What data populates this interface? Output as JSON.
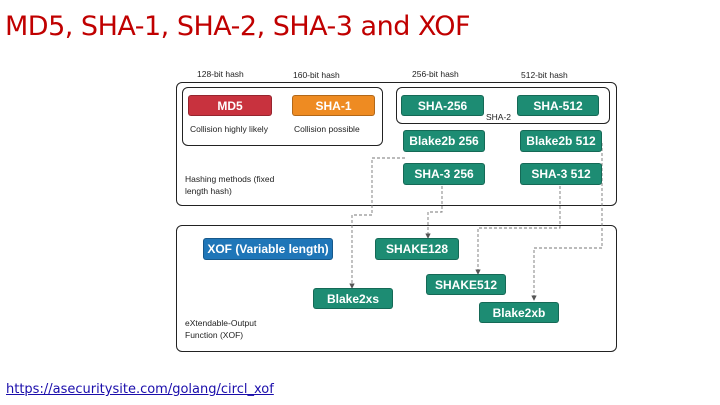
{
  "slide": {
    "title": "MD5, SHA-1, SHA-2, SHA-3 and XOF",
    "link": "https://asecuritysite.com/golang/circl_xof"
  },
  "hash_sizes": {
    "bits128": "128-bit hash",
    "bits160": "160-bit hash",
    "bits256": "256-bit hash",
    "bits512": "512-bit hash"
  },
  "legacy": {
    "md5": "MD5",
    "md5_note": "Collision highly likely",
    "sha1": "SHA-1",
    "sha1_note": "Collision possible"
  },
  "sha2": {
    "group_label": "SHA-2",
    "sha256": "SHA-256",
    "sha512": "SHA-512"
  },
  "fixed": {
    "blake2b256": "Blake2b 256",
    "blake2b512": "Blake2b 512",
    "sha3_256": "SHA-3 256",
    "sha3_512": "SHA-3 512",
    "label": "Hashing methods (fixed length hash)"
  },
  "xof": {
    "title": "XOF (Variable length)",
    "shake128": "SHAKE128",
    "shake512": "SHAKE512",
    "blake2xs": "Blake2xs",
    "blake2xb": "Blake2xb",
    "label": "eXtendable-Output Function (XOF)"
  },
  "colors": {
    "title": "#c00000",
    "teal": "#1d8c73",
    "red": "#c8323e",
    "orange": "#ee8b22",
    "blue": "#1f76b8"
  }
}
